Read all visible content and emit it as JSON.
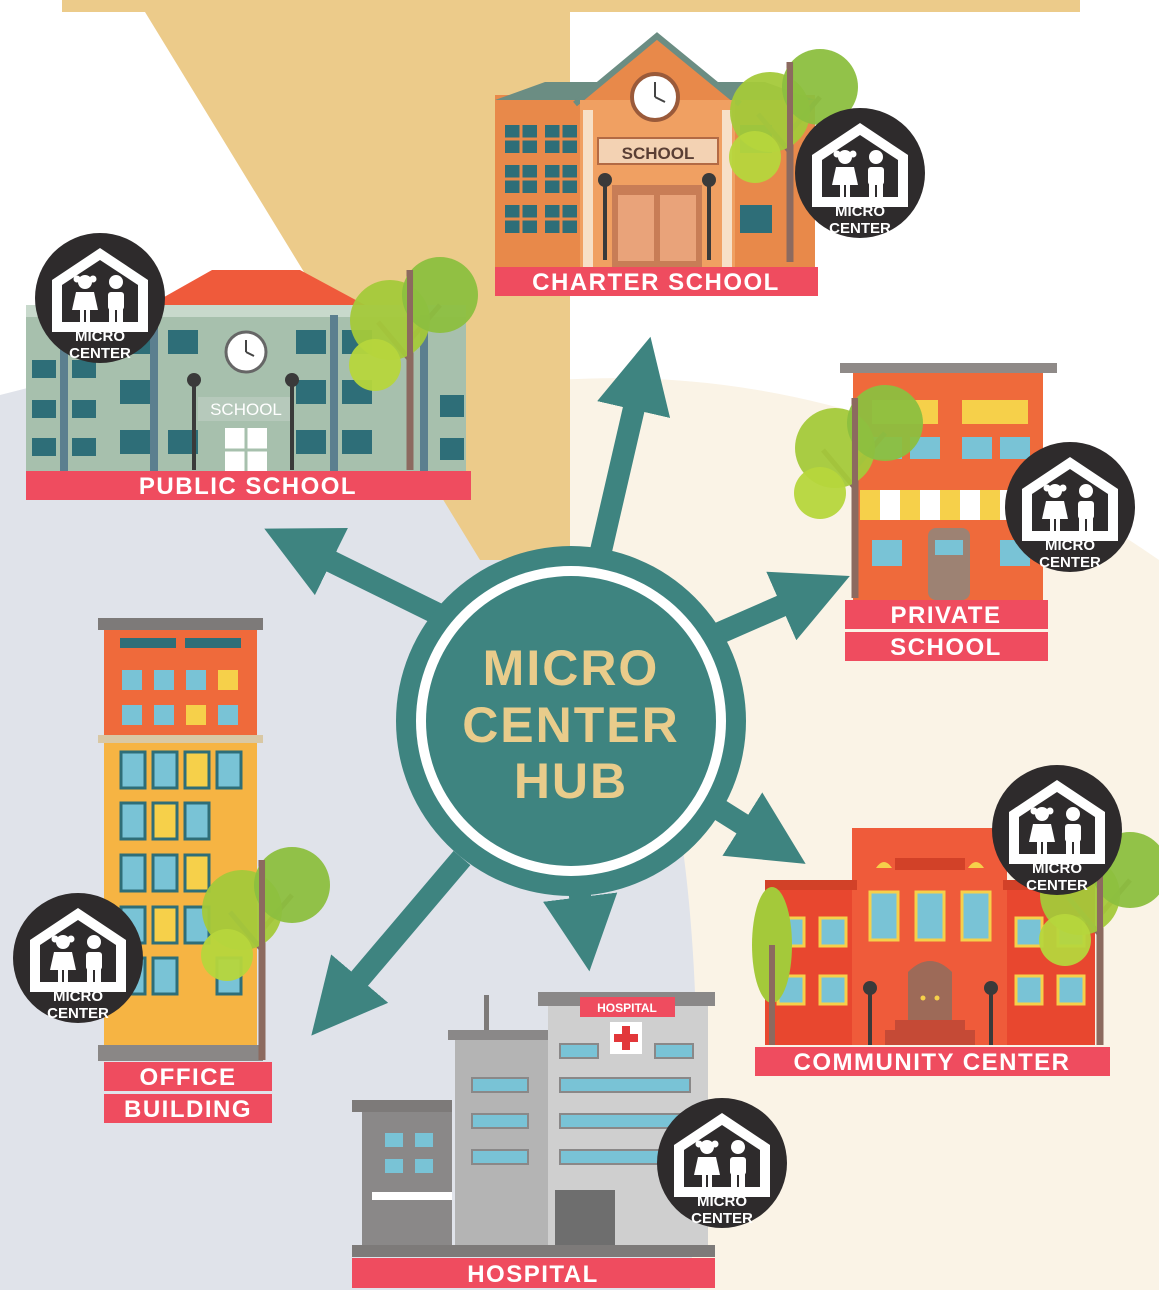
{
  "hub": {
    "line1": "MICRO",
    "line2": "CENTER",
    "line3": "HUB"
  },
  "badge": {
    "line1": "MICRO",
    "line2": "CENTER"
  },
  "buildings": {
    "charter_school": {
      "label": "CHARTER SCHOOL",
      "sign": "SCHOOL"
    },
    "public_school": {
      "label": "PUBLIC SCHOOL",
      "sign": "SCHOOL"
    },
    "private_school": {
      "label_line1": "PRIVATE",
      "label_line2": "SCHOOL"
    },
    "office_building": {
      "label_line1": "OFFICE",
      "label_line2": "BUILDING"
    },
    "hospital": {
      "label": "HOSPITAL",
      "sign": "HOSPITAL"
    },
    "community_center": {
      "label": "COMMUNITY CENTER"
    }
  },
  "colors": {
    "teal": "#3e8480",
    "hub_text": "#e9cc8b",
    "label_bg": "#ef4c5f",
    "badge_bg": "#2e2b2c",
    "bg_tan": "#eccb8a",
    "bg_cream": "#faf3e6",
    "bg_gray": "#e0e3ea"
  }
}
